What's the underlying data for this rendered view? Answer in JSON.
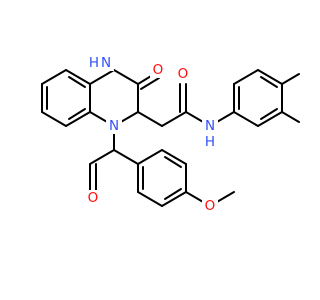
{
  "colors": {
    "bond": "#000000",
    "oxygen": "#ff0d0d",
    "nitrogen": "#3050f8",
    "background": "#ffffff"
  },
  "atoms": {
    "amide_nh": "H",
    "ring_nh": "N",
    "ring_h": "H",
    "lactam_o": "O",
    "amide_o": "O",
    "amide_n": "N",
    "amide_h": "H",
    "tertiary_n": "N",
    "ketone_o": "O",
    "ether_o": "O"
  }
}
